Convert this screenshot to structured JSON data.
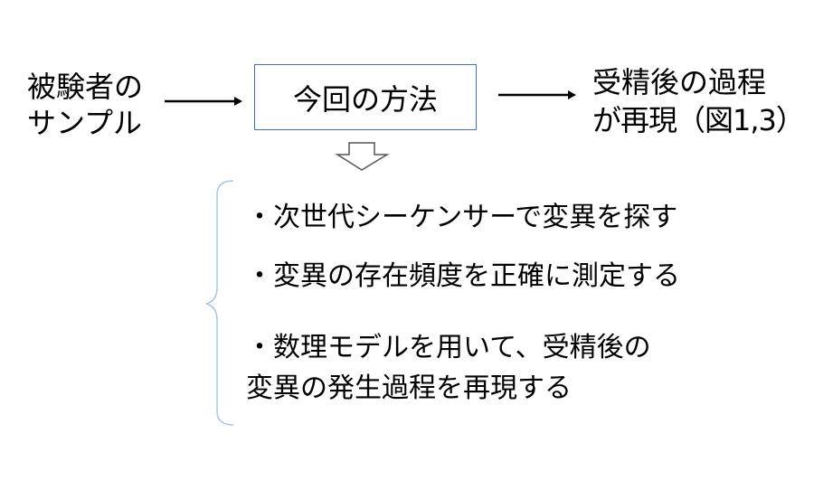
{
  "input": {
    "line1": "被験者の",
    "line2": "サンプル"
  },
  "method": {
    "label": "今回の方法"
  },
  "output": {
    "line1": "受精後の過程",
    "line2": "が再現（図1,3）"
  },
  "steps": [
    {
      "text": "・次世代シーケンサーで変異を探す"
    },
    {
      "text": "・変異の存在頻度を正確に測定する"
    },
    {
      "line1": "・数理モデルを用いて、受精後の",
      "line2": "変異の発生過程を再現する"
    }
  ],
  "colors": {
    "box_border": "#4a6fa5",
    "brace": "#a9c4e4"
  }
}
